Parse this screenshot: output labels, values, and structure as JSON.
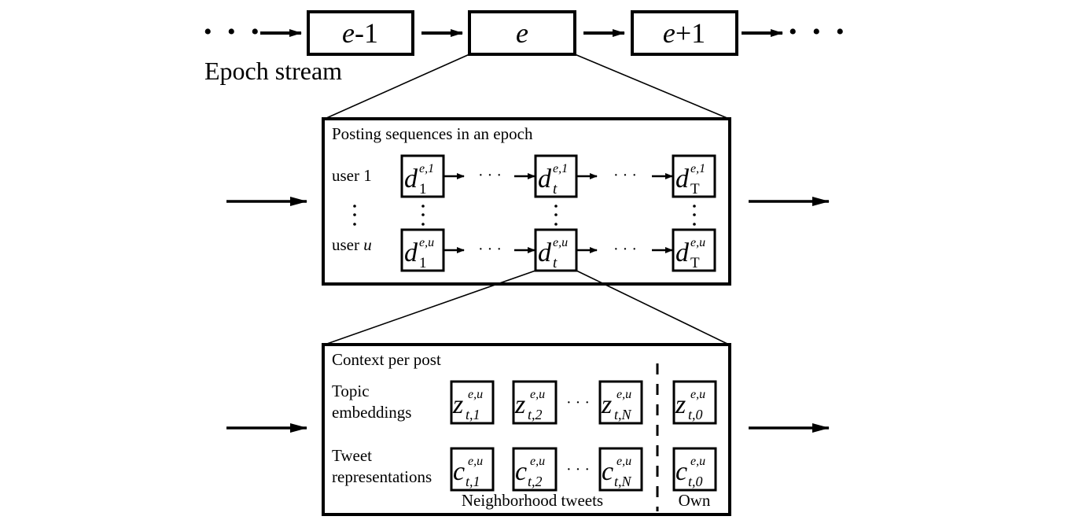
{
  "epoch_stream": {
    "label": "Epoch stream",
    "epochs": [
      {
        "var": "e",
        "suffix": "-1"
      },
      {
        "var": "e",
        "suffix": ""
      },
      {
        "var": "e",
        "suffix": "+1"
      }
    ],
    "ellipsis": "• • •"
  },
  "posting_panel": {
    "title": "Posting sequences in an epoch",
    "rows": [
      {
        "label": "user 1",
        "label_var": "",
        "sup": "e,1"
      },
      {
        "label": "user ",
        "label_var": "u",
        "sup": "e,u"
      }
    ],
    "posts": [
      {
        "base": "d",
        "sub": "1"
      },
      {
        "base": "d",
        "sub": "t"
      },
      {
        "base": "d",
        "sub": "T"
      }
    ],
    "hdots": "· · ·"
  },
  "context_panel": {
    "title": "Context per post",
    "rows": [
      {
        "label_line1": "Topic",
        "label_line2": "embeddings",
        "base": "z"
      },
      {
        "label_line1": "Tweet",
        "label_line2": "representations",
        "base": "c"
      }
    ],
    "sup": "e,u",
    "neighbor_subs": [
      "t,1",
      "t,2",
      "t,N"
    ],
    "own_sub": "t,0",
    "neighborhood_label": "Neighborhood tweets",
    "own_label": "Own",
    "hdots": "· · ·"
  }
}
